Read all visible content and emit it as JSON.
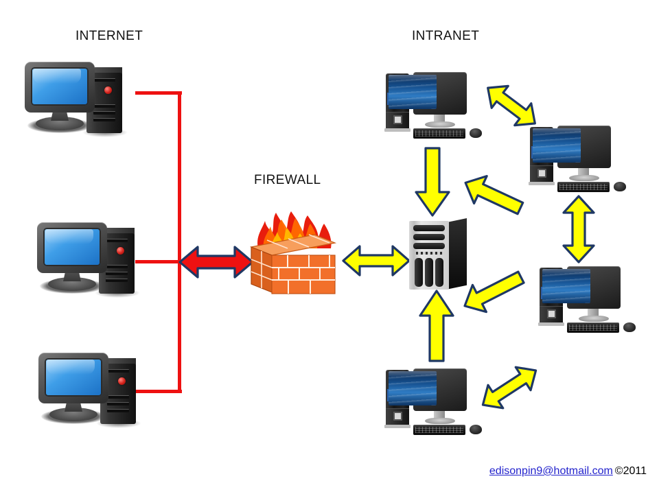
{
  "diagram": {
    "title_internet": "INTERNET",
    "title_intranet": "INTRANET",
    "title_firewall": "FIREWALL"
  },
  "footer": {
    "email": "edisonpin9@hotmail.com",
    "copyright": "©2011"
  },
  "colors": {
    "arrow_internet_fill": "#ee1111",
    "arrow_intranet_fill": "#ffff00",
    "arrow_outline": "#1f3864",
    "bus_line": "#ee1111",
    "firewall_brick": "#f07020",
    "firewall_flame": "#e81d0d",
    "link_text": "#2222cc",
    "label_text": "#111111"
  },
  "nodes": {
    "internet_clients": [
      {
        "name": "internet-client-1",
        "type": "desktop-crt"
      },
      {
        "name": "internet-client-2",
        "type": "desktop-crt"
      },
      {
        "name": "internet-client-3",
        "type": "desktop-crt"
      }
    ],
    "firewall": {
      "name": "firewall-brick-wall",
      "type": "firewall"
    },
    "server": {
      "name": "intranet-server",
      "type": "tower-server"
    },
    "intranet_clients": [
      {
        "name": "intranet-pc-top",
        "type": "desktop-lcd"
      },
      {
        "name": "intranet-pc-upper-right",
        "type": "desktop-lcd"
      },
      {
        "name": "intranet-pc-lower-right",
        "type": "desktop-lcd"
      },
      {
        "name": "intranet-pc-bottom",
        "type": "desktop-lcd"
      }
    ]
  },
  "connections": [
    {
      "name": "bus-to-firewall",
      "style": "double-arrow",
      "color": "red"
    },
    {
      "name": "firewall-to-server",
      "style": "double-arrow",
      "color": "yellow"
    },
    {
      "name": "top-pc-to-upper-right-pc",
      "style": "double-arrow",
      "color": "yellow"
    },
    {
      "name": "top-pc-to-server",
      "style": "single-arrow-down",
      "color": "yellow"
    },
    {
      "name": "upper-right-pc-to-server",
      "style": "single-arrow-down-left",
      "color": "yellow"
    },
    {
      "name": "upper-right-pc-to-lower-right-pc",
      "style": "double-arrow-vertical",
      "color": "yellow"
    },
    {
      "name": "lower-right-pc-to-server",
      "style": "single-arrow-up-left",
      "color": "yellow"
    },
    {
      "name": "bottom-pc-to-server",
      "style": "single-arrow-up",
      "color": "yellow"
    },
    {
      "name": "bottom-pc-to-lower-right-pc",
      "style": "double-arrow-diagonal",
      "color": "yellow"
    }
  ],
  "chart_data": {
    "type": "table",
    "title": "Firewall network topology",
    "categories": [
      "INTERNET",
      "FIREWALL",
      "INTRANET"
    ],
    "values": [
      3,
      1,
      5
    ]
  }
}
